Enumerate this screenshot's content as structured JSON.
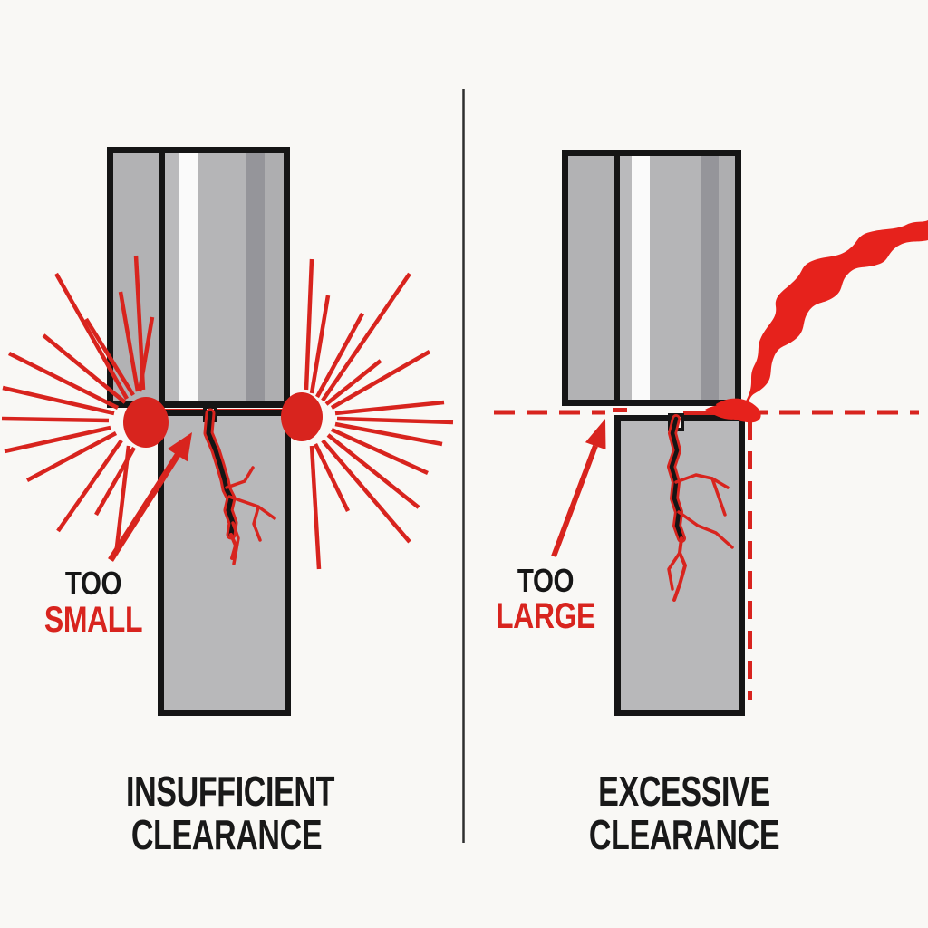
{
  "colors": {
    "background": "#f9f8f5",
    "accent_red": "#d8241e",
    "flame_red": "#e6221c",
    "outline_black": "#151515",
    "metal_gray": "#b5b5b7",
    "metal_gray_dark": "#95959a",
    "metal_highlight": "#fafafa",
    "divider_gray": "#2f2f2f"
  },
  "left_panel": {
    "callout": {
      "line1": "TOO",
      "line2": "SMALL"
    },
    "caption": {
      "line1": "INSUFFICIENT",
      "line2": "CLEARANCE"
    },
    "icons": {
      "burst": "stress-starburst-icon",
      "crack": "crack-icon",
      "arrow": "gap-pointer-arrow-icon"
    }
  },
  "right_panel": {
    "callout": {
      "line1": "TOO",
      "line2": "LARGE"
    },
    "caption": {
      "line1": "EXCESSIVE",
      "line2": "CLEARANCE"
    },
    "icons": {
      "flame": "blowby-flame-icon",
      "crack": "crack-icon",
      "arrow": "gap-pointer-arrow-icon",
      "dashes": "clearance-reference-dashes"
    }
  }
}
